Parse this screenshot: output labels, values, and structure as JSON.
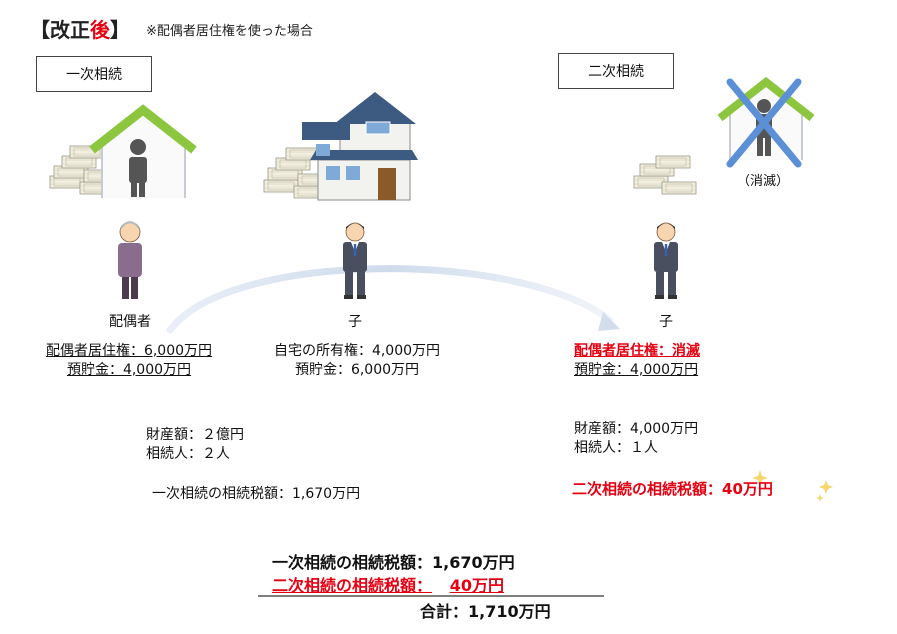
{
  "header": {
    "bracket_open": "【",
    "title_main": "改正",
    "title_red": "後",
    "bracket_close": "】",
    "subtitle": "※配偶者居住権を使った場合"
  },
  "first": {
    "box_label": "一次相続",
    "spouse_label": "配偶者",
    "spouse_assets": [
      "配偶者居住権：6,000万円",
      "預貯金：4,000万円"
    ],
    "child_label": "子",
    "child_assets": [
      "自宅の所有権：4,000万円",
      "預貯金：6,000万円"
    ],
    "summary": [
      "財産額：２億円",
      "相続人：２人"
    ],
    "tax": "一次相続の相続税額：1,670万円"
  },
  "second": {
    "box_label": "二次相続",
    "extinct_label": "（消滅）",
    "child_label": "子",
    "asset_red": "配偶者居住権：消滅",
    "asset_deposit": "預貯金：4,000万円",
    "summary": [
      "財産額：4,000万円",
      "相続人：１人"
    ],
    "tax": "二次相続の相続税額：40万円"
  },
  "totals": {
    "line1": "一次相続の相続税額：1,670万円",
    "line2_label": "二次相続の相続税額：",
    "line2_value": "40万円",
    "line3": "合計：1,710万円"
  },
  "colors": {
    "accent_red": "#e60012",
    "house_green": "#8cc63f",
    "roof_navy": "#3d5a80",
    "cross_blue": "#5b8fd6"
  }
}
